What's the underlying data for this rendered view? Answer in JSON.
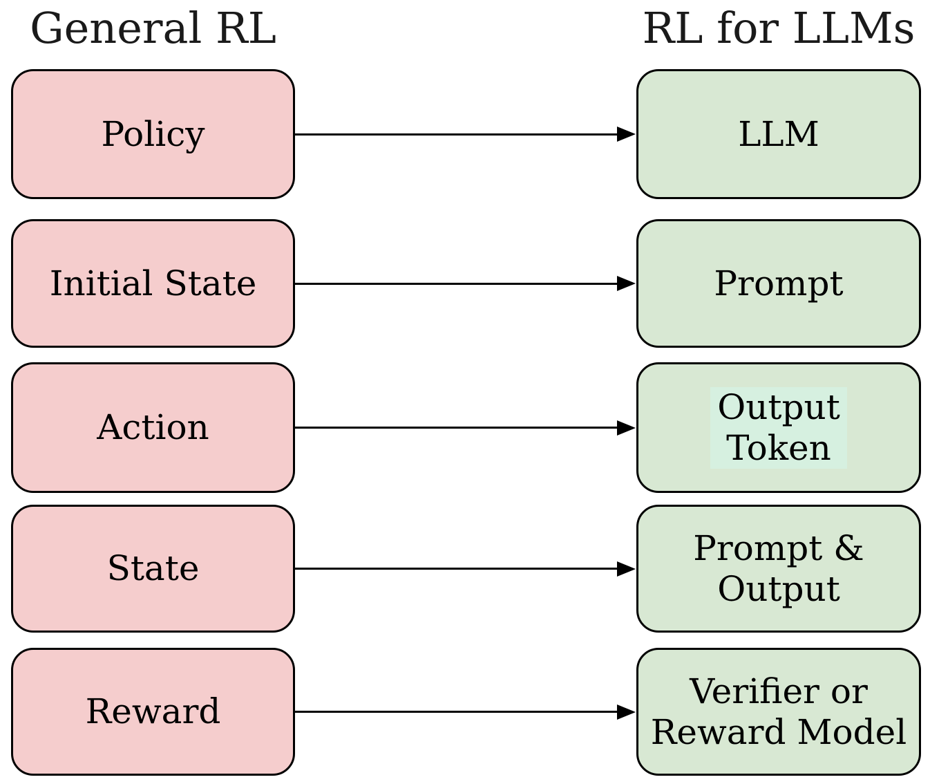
{
  "headers": {
    "left": "General RL",
    "right": "RL for LLMs"
  },
  "colors": {
    "left_box_fill": "#f5cdcd",
    "right_box_fill": "#d8e8d3",
    "highlight_fill": "#d6f0e0",
    "border": "#000000"
  },
  "rows": [
    {
      "left": "Policy",
      "right": "LLM"
    },
    {
      "left": "Initial State",
      "right": "Prompt"
    },
    {
      "left": "Action",
      "right": "Output\nToken",
      "right_highlighted": true
    },
    {
      "left": "State",
      "right": "Prompt &\nOutput"
    },
    {
      "left": "Reward",
      "right": "Verifier or\nReward Model"
    }
  ]
}
